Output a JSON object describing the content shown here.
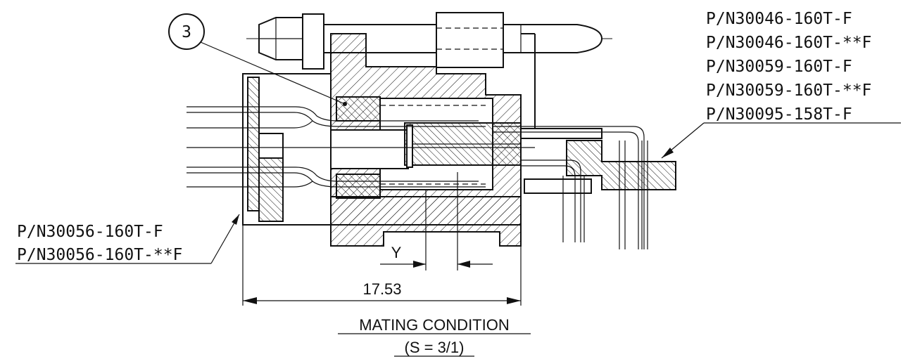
{
  "callout": {
    "number": "3"
  },
  "part_numbers_right": [
    "P/N30046-160T-F",
    "P/N30046-160T-**F",
    "P/N30059-160T-F",
    "P/N30059-160T-**F",
    "P/N30095-158T-F"
  ],
  "part_numbers_left": [
    "P/N30056-160T-F",
    "P/N30056-160T-**F"
  ],
  "dimensions": {
    "y_label": "Y",
    "overall": "17.53"
  },
  "caption": {
    "title": "MATING CONDITION",
    "scale": "(S = 3/1)"
  }
}
